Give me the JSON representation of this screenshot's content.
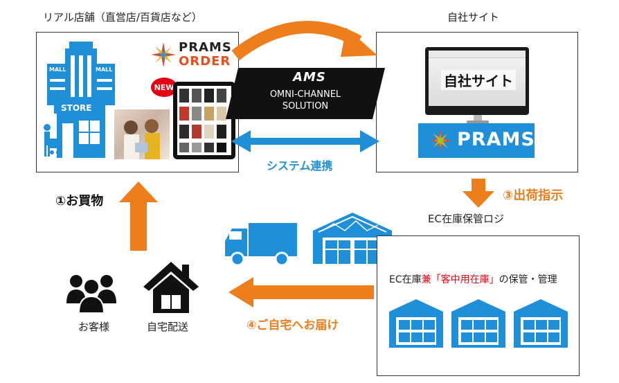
{
  "store": {
    "title": "リアル店舗（直営店/百貨店など）",
    "mall_sign": "MALL",
    "store_sign": "STORE",
    "new_badge": "NEW"
  },
  "prams_order": {
    "line1": "PRAMS",
    "line2": "ORDER"
  },
  "own_site": {
    "title": "自社サイト",
    "screen_text": "自社サイト",
    "prams_logo": "PRAMS"
  },
  "ams_banner": {
    "logo": "AMS",
    "line1": "OMNI-CHANNEL",
    "line2": "SOLUTION"
  },
  "system_link": {
    "label": "システム連携"
  },
  "step1": {
    "label": "①お買物"
  },
  "step3": {
    "label": "③出荷指示"
  },
  "step4": {
    "label": "④ご自宅へお届け"
  },
  "logistics": {
    "title": "EC在庫保管ロジ",
    "desc_prefix": "EC在庫",
    "desc_highlight": "兼「客中用在庫」",
    "desc_suffix": "の保管・管理"
  },
  "customers": {
    "label": "お客様"
  },
  "home": {
    "label": "自宅配送"
  },
  "colors": {
    "orange": "#ee7d1b",
    "blue": "#1e8fd8",
    "black": "#111111",
    "red": "#e60012"
  }
}
